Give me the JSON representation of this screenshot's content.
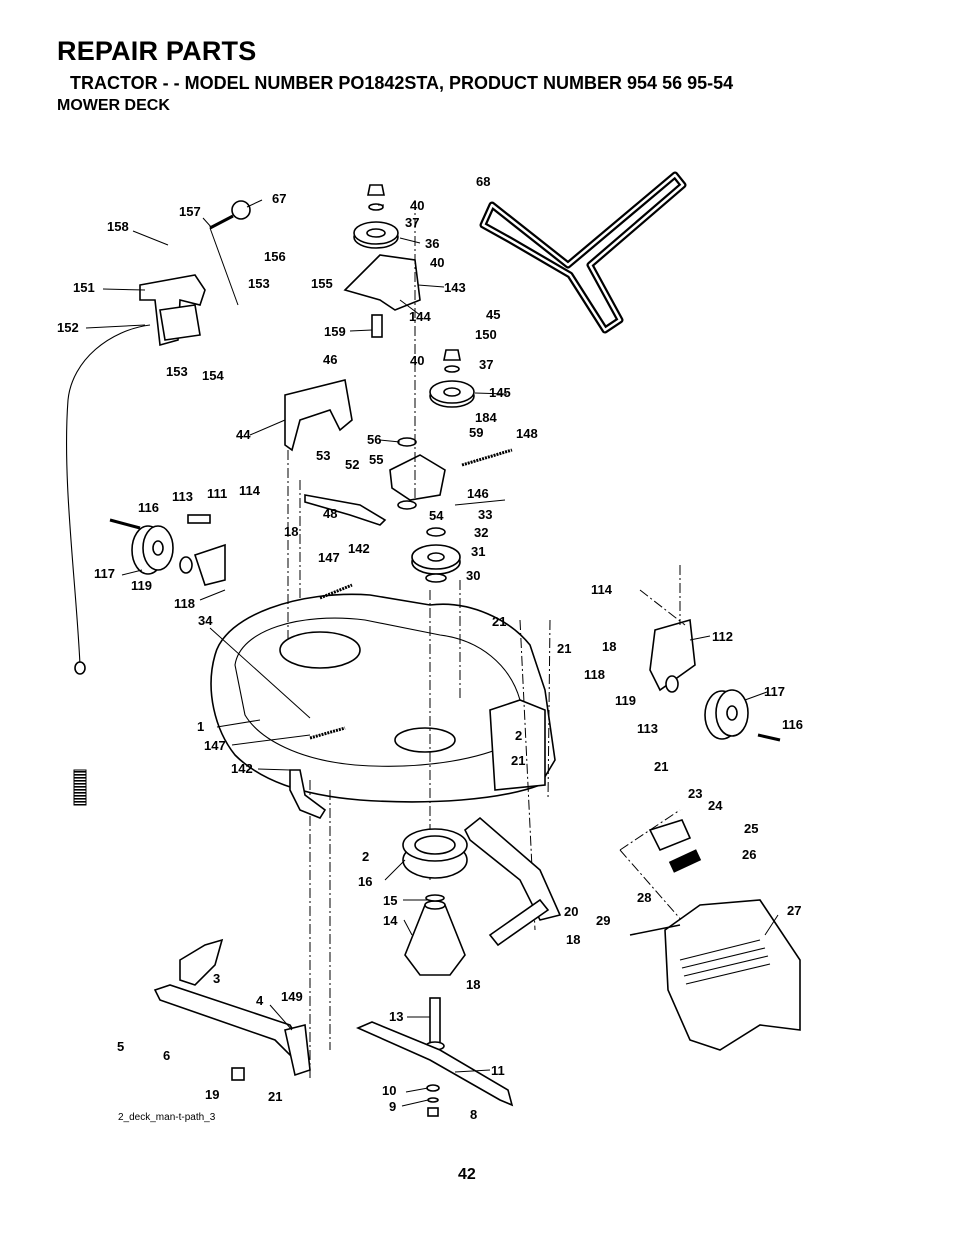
{
  "header": {
    "title": "REPAIR PARTS",
    "subtitle": "TRACTOR - - MODEL NUMBER PO1842STA, PRODUCT NUMBER 954 56 95-54",
    "section": "MOWER DECK"
  },
  "diagram": {
    "caption": "2_deck_man-t-path_3",
    "callouts": [
      "67",
      "157",
      "158",
      "151",
      "152",
      "153",
      "154",
      "156",
      "155",
      "153",
      "40",
      "37",
      "36",
      "40",
      "143",
      "144",
      "159",
      "45",
      "150",
      "40",
      "37",
      "145",
      "184",
      "59",
      "148",
      "56",
      "55",
      "46",
      "44",
      "53",
      "52",
      "48",
      "146",
      "54",
      "33",
      "32",
      "31",
      "30",
      "116",
      "113",
      "111",
      "114",
      "18",
      "117",
      "119",
      "118",
      "147",
      "142",
      "34",
      "21",
      "21",
      "114",
      "18",
      "112",
      "118",
      "119",
      "117",
      "113",
      "116",
      "1",
      "147",
      "142",
      "2",
      "21",
      "2",
      "16",
      "15",
      "14",
      "20",
      "18",
      "18",
      "21",
      "23",
      "24",
      "25",
      "26",
      "28",
      "29",
      "27",
      "3",
      "149",
      "4",
      "6",
      "5",
      "19",
      "21",
      "13",
      "11",
      "10",
      "9",
      "8",
      "68"
    ]
  },
  "footer": {
    "page_number": "42"
  }
}
